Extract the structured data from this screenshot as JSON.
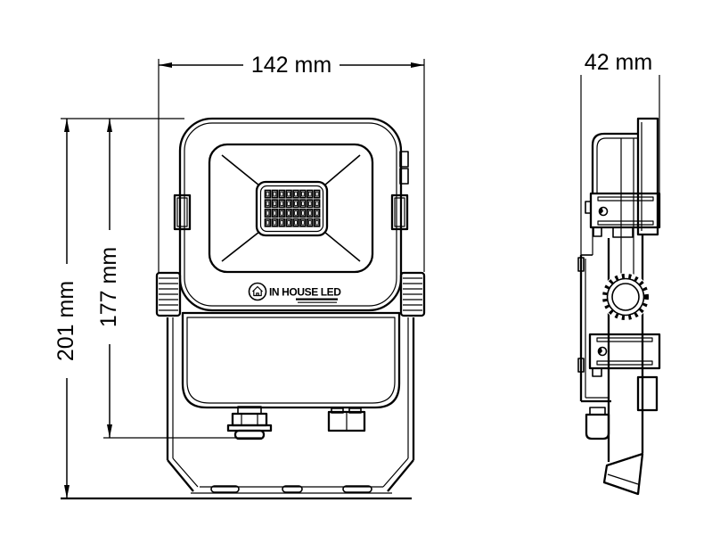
{
  "canvas": {
    "background": "#ffffff",
    "ink": "#000000"
  },
  "drawing": {
    "type": "technical-dimension-drawing",
    "subject": "LED floodlight, front and side orthographic views",
    "dimensions": {
      "width": "142 mm",
      "depth": "42 mm",
      "overall_height": "201 mm",
      "body_height": "177 mm"
    },
    "logo": {
      "brand": "IN HOUSE LED",
      "icon": "house-in-circle"
    },
    "led_grid": {
      "rows": 4,
      "cols": 8
    }
  }
}
